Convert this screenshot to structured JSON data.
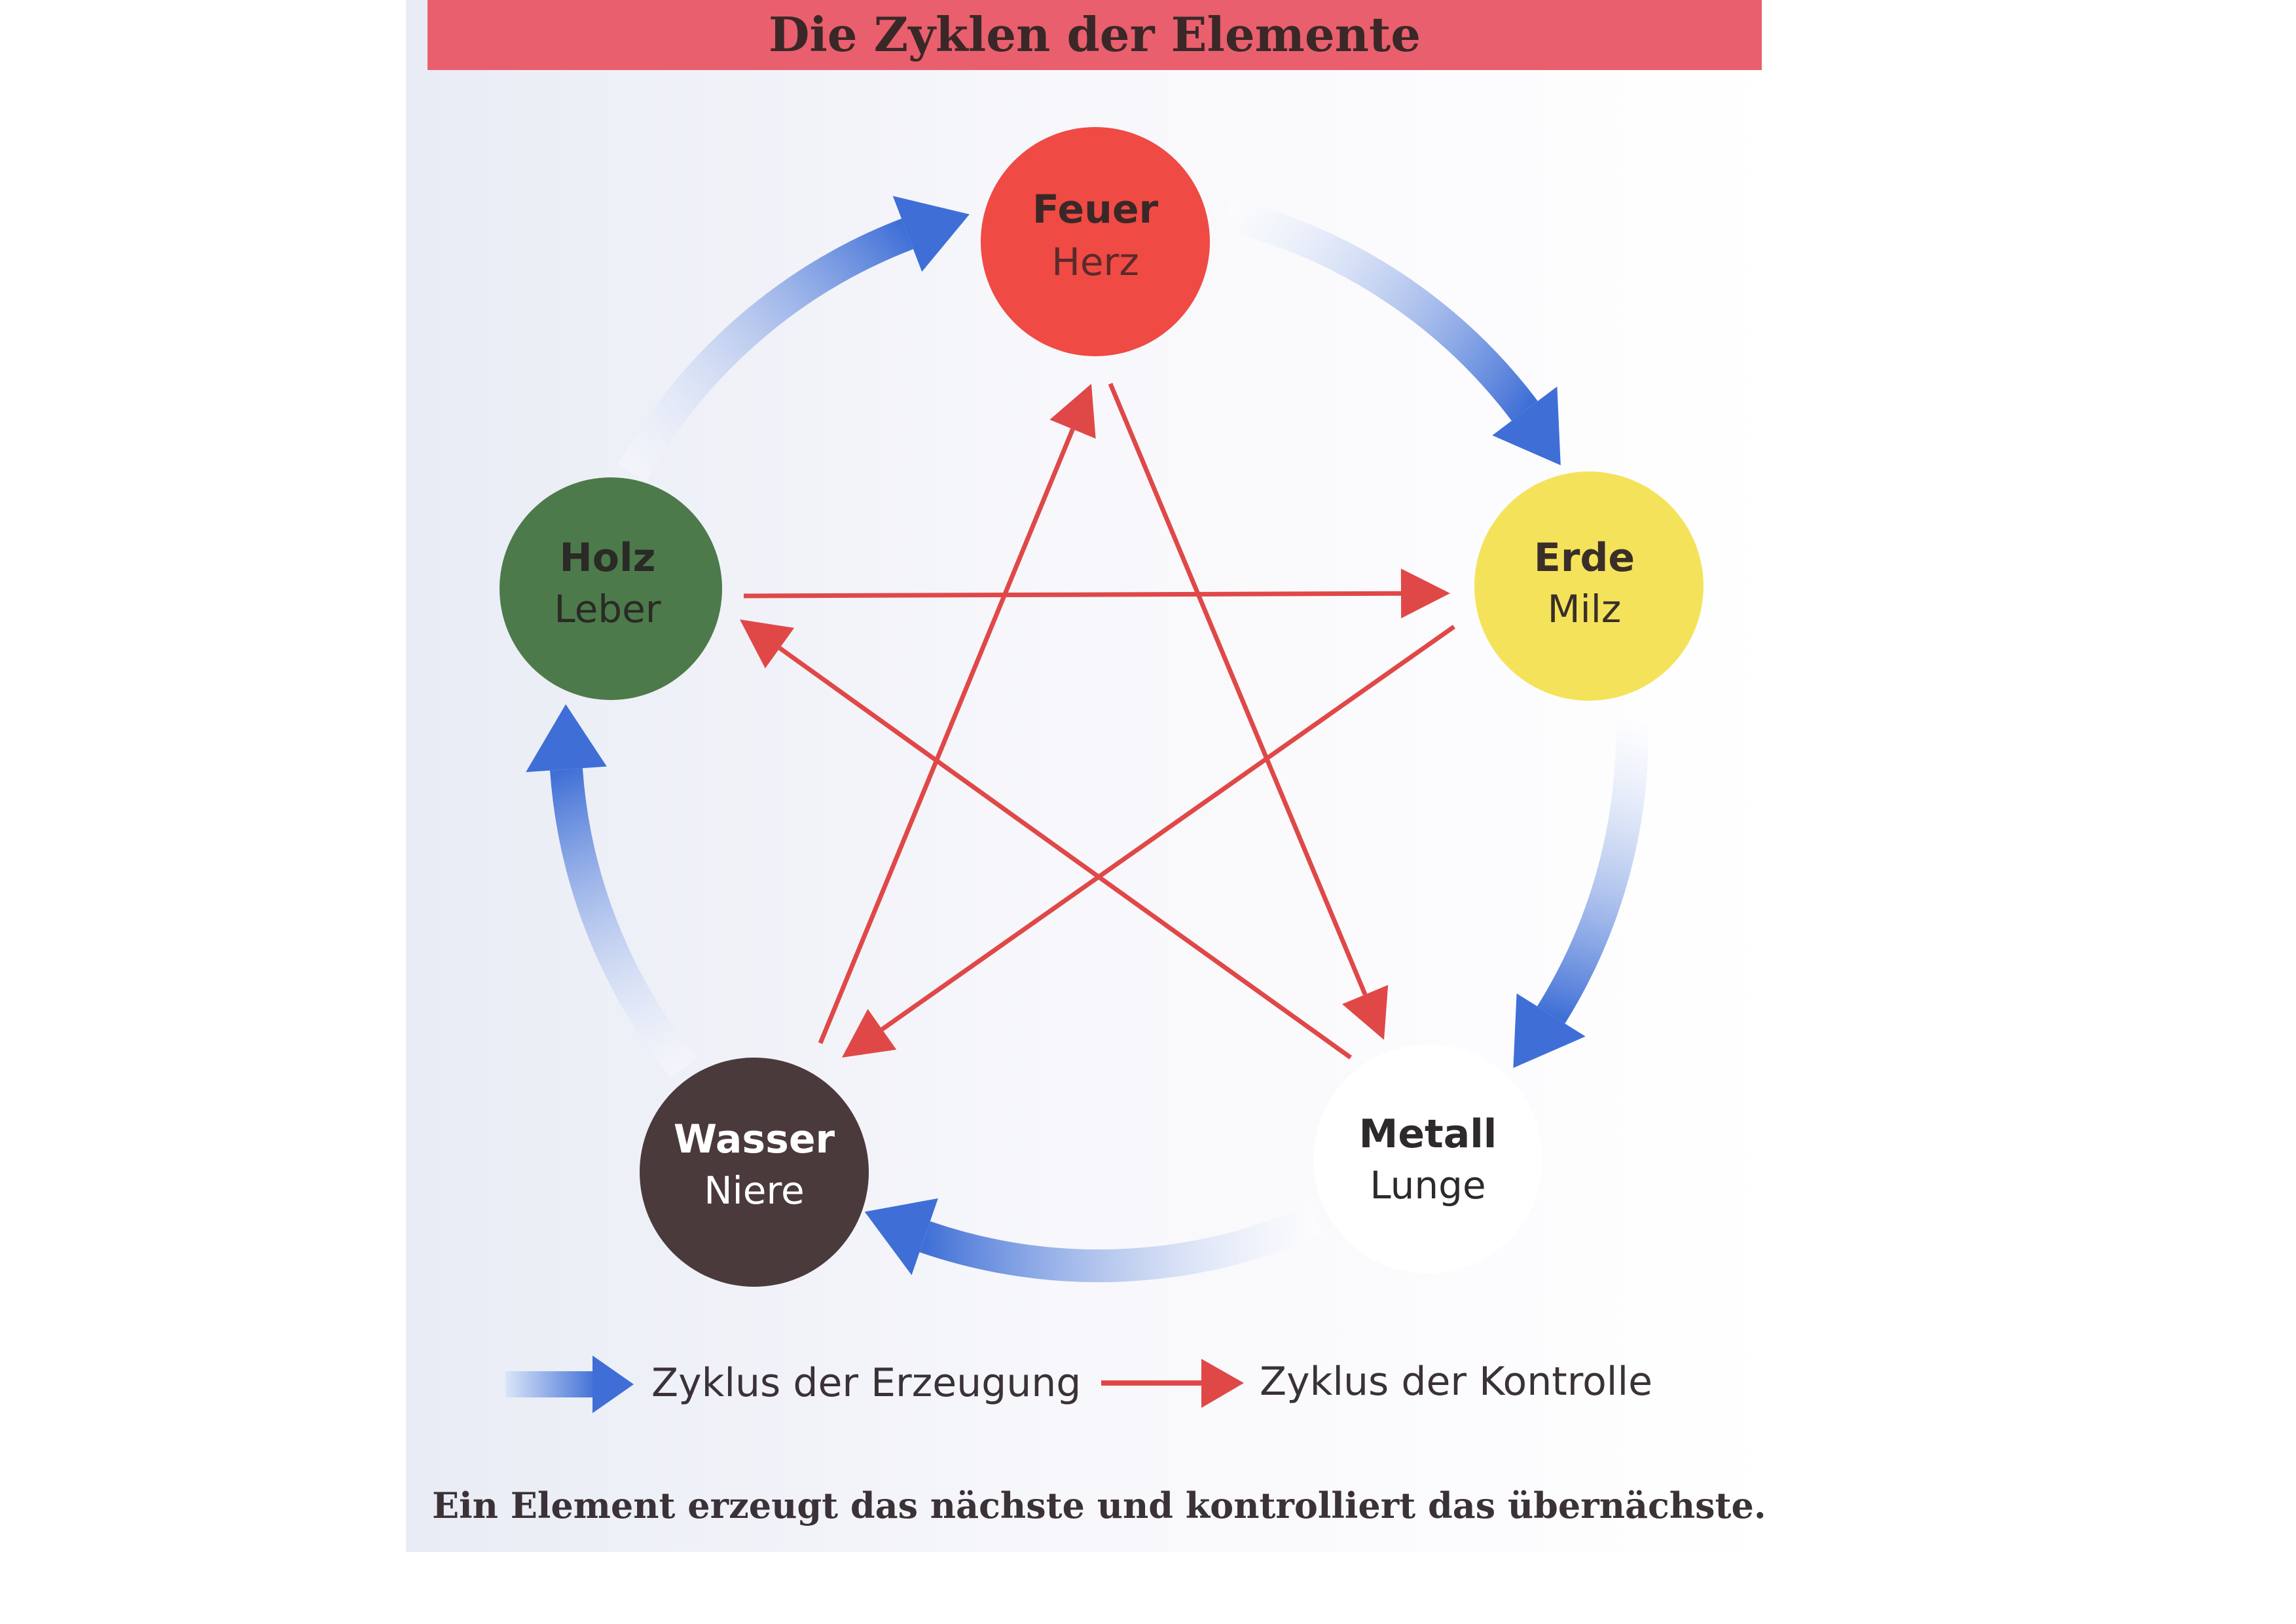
{
  "title": "Die Zyklen der Elemente",
  "elements": {
    "feuer": {
      "name": "Feuer",
      "organ": "Herz",
      "color": "#f04a44"
    },
    "erde": {
      "name": "Erde",
      "organ": "Milz",
      "color": "#f4e35a"
    },
    "metall": {
      "name": "Metall",
      "organ": "Lunge",
      "color": "#ffffff"
    },
    "wasser": {
      "name": "Wasser",
      "organ": "Niere",
      "color": "#4a3a3c"
    },
    "holz": {
      "name": "Holz",
      "organ": "Leber",
      "color": "#4d7a4b"
    }
  },
  "legend": {
    "generation": "Zyklus der Erzeugung",
    "control": "Zyklus der Kontrolle"
  },
  "caption": "Ein Element erzeugt das nächste und kontrolliert das übernächste.",
  "colors": {
    "title_bar": "#ea5f6d",
    "generation": "#3f6fd6",
    "control": "#e04848"
  }
}
